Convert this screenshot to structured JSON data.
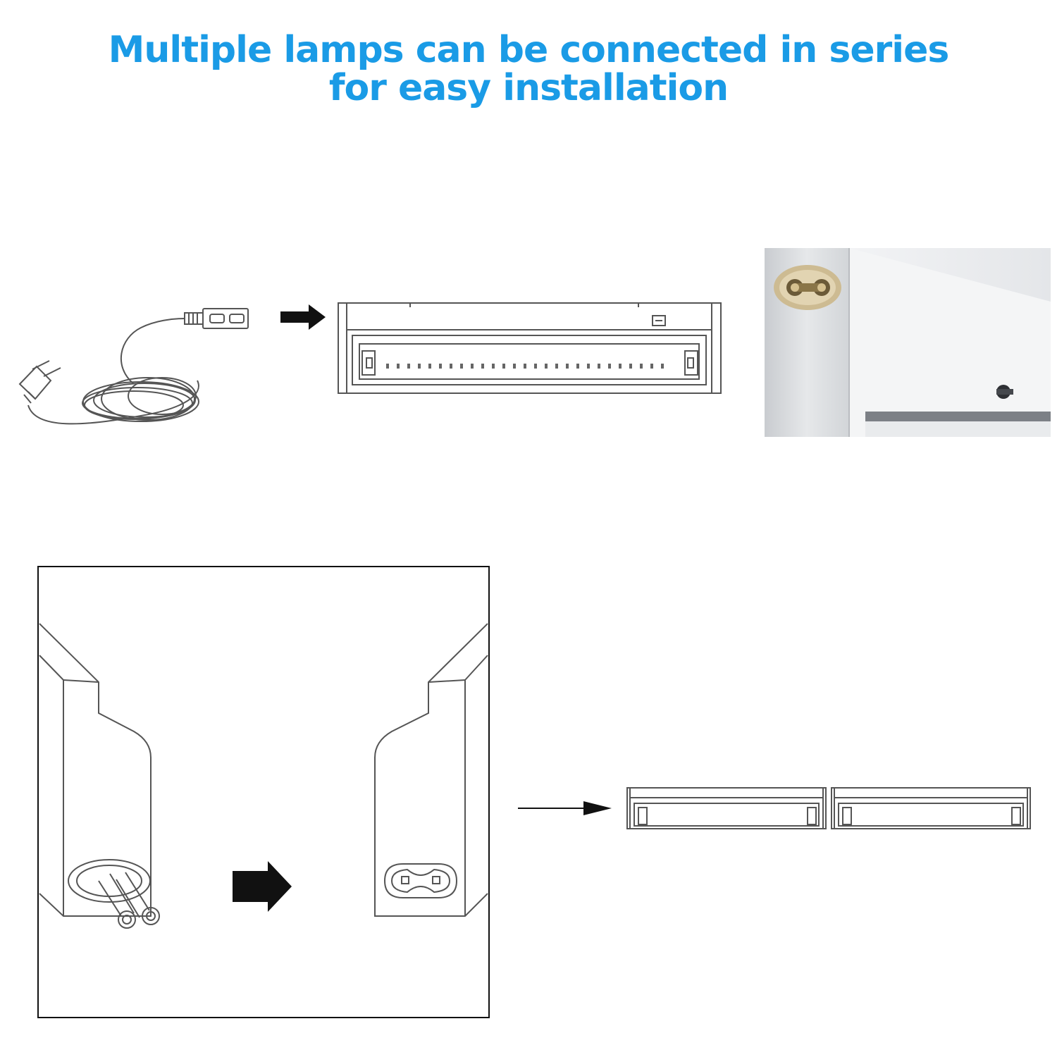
{
  "headline": {
    "line1": "Multiple lamps can be connected in series",
    "line2": "for easy installation"
  },
  "colors": {
    "headline": "#1a9be6",
    "line_art": "#555555",
    "arrow": "#111111",
    "photo_panel": "#eceef0",
    "photo_socket": "#d8c9a6"
  },
  "icons": {
    "power_cord": "power-cord-icon",
    "connect_arrow": "thick-arrow-icon",
    "lamp": "led-light-bar-icon",
    "socket_photo": "lamp-end-socket-photo",
    "plug_end": "plug-end-icon",
    "socket_end": "socket-end-icon",
    "thin_arrow": "thin-arrow-icon",
    "lamps_series": "two-lamps-in-series-icon"
  }
}
